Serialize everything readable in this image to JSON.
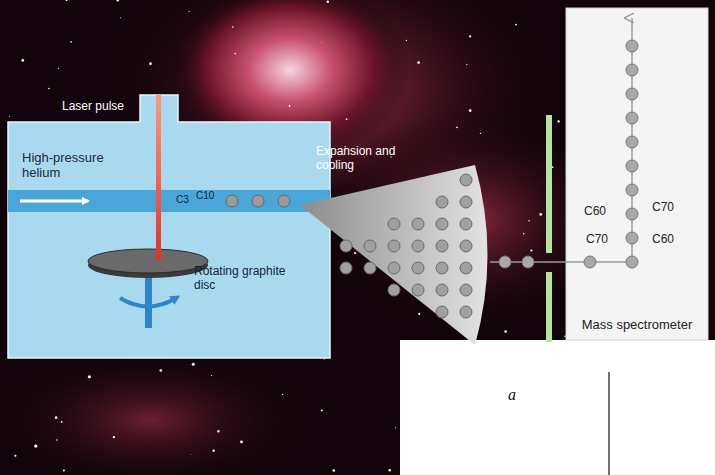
{
  "diagram": {
    "nodes": [
      {
        "text": [
          "High-pressure helium"
        ]
      },
      {
        "text": [
          "Mass spectrometer"
        ]
      }
    ],
    "labels": [
      "Laser pulse",
      "C3",
      "C10",
      "Rotating graphite disc",
      "Expansion and cooling",
      "C60",
      "C70",
      "C70",
      "C60",
      "a"
    ]
  }
}
